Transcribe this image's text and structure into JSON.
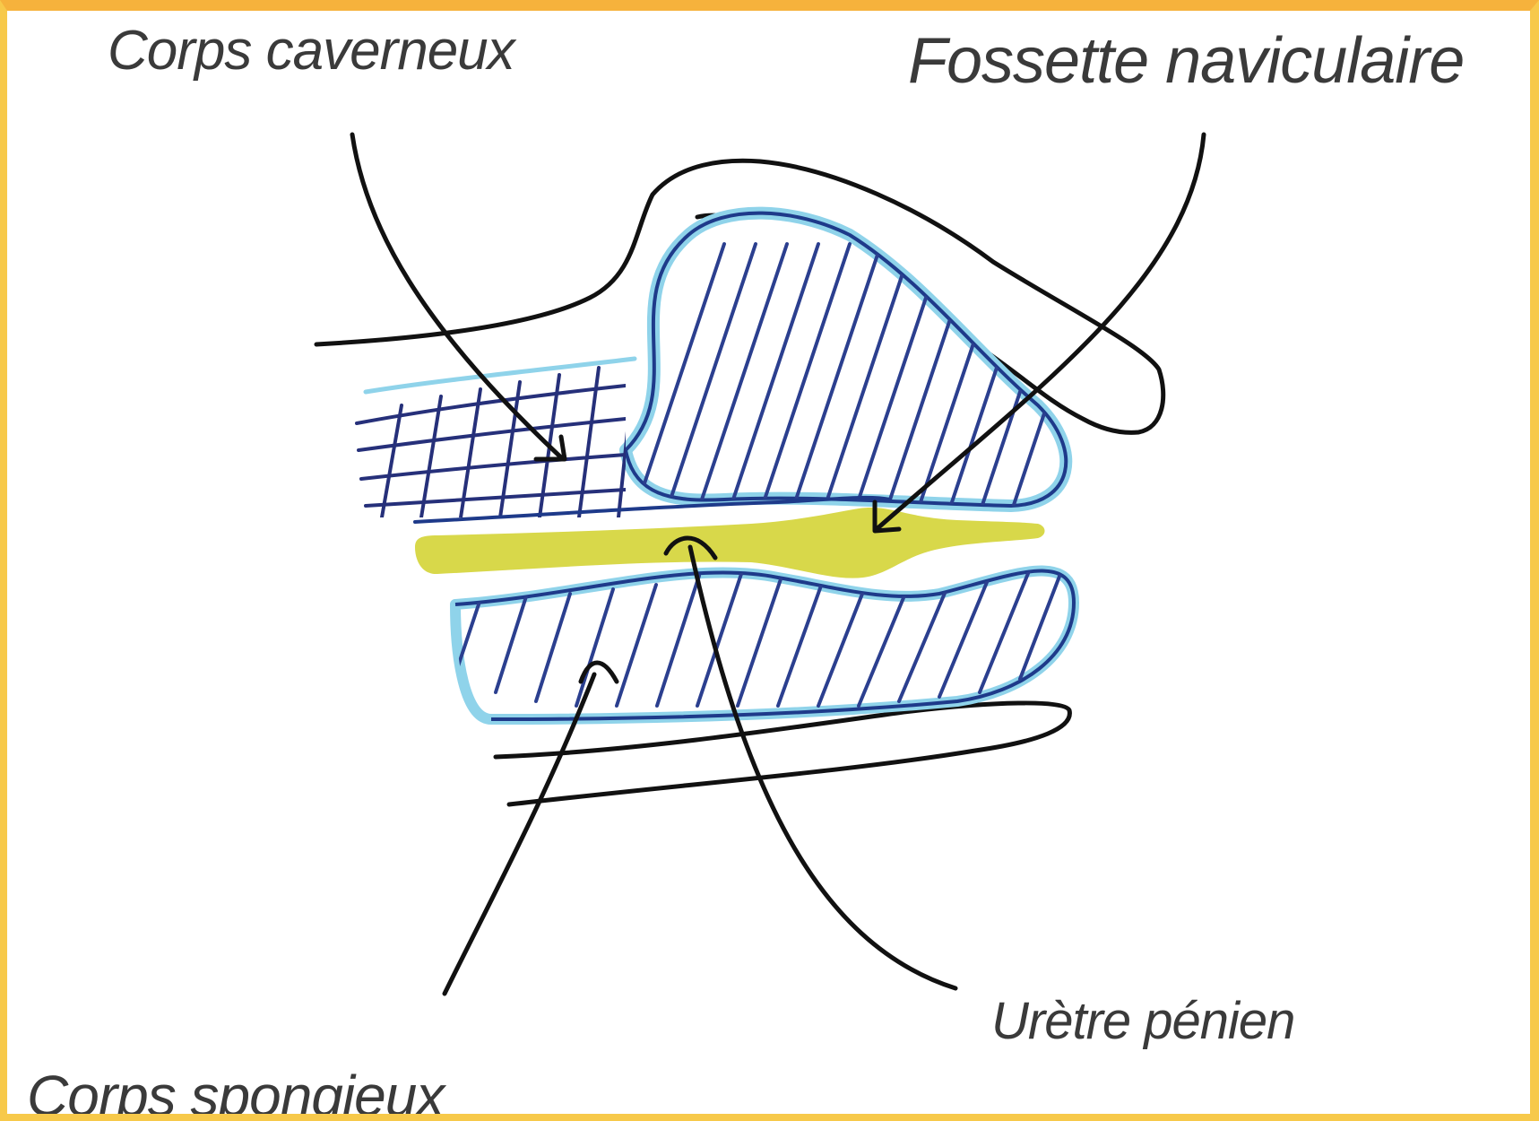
{
  "labels": {
    "corps_caverneux": "Corps caverneux",
    "fossette_naviculaire": "Fossette naviculaire",
    "uretre_penien": "Urètre pénien",
    "corps_spongieux": "Corps spongieux"
  },
  "colors": {
    "frame_top": "#f6b23c",
    "frame_side": "#f7c94a",
    "outline": "#111111",
    "tissue_edge": "#1e3a8a",
    "tissue_halo": "#8fd3ea",
    "hatch": "#2b3f8f",
    "urethra": "#d8d84a",
    "label_text": "#3a3a3a"
  }
}
